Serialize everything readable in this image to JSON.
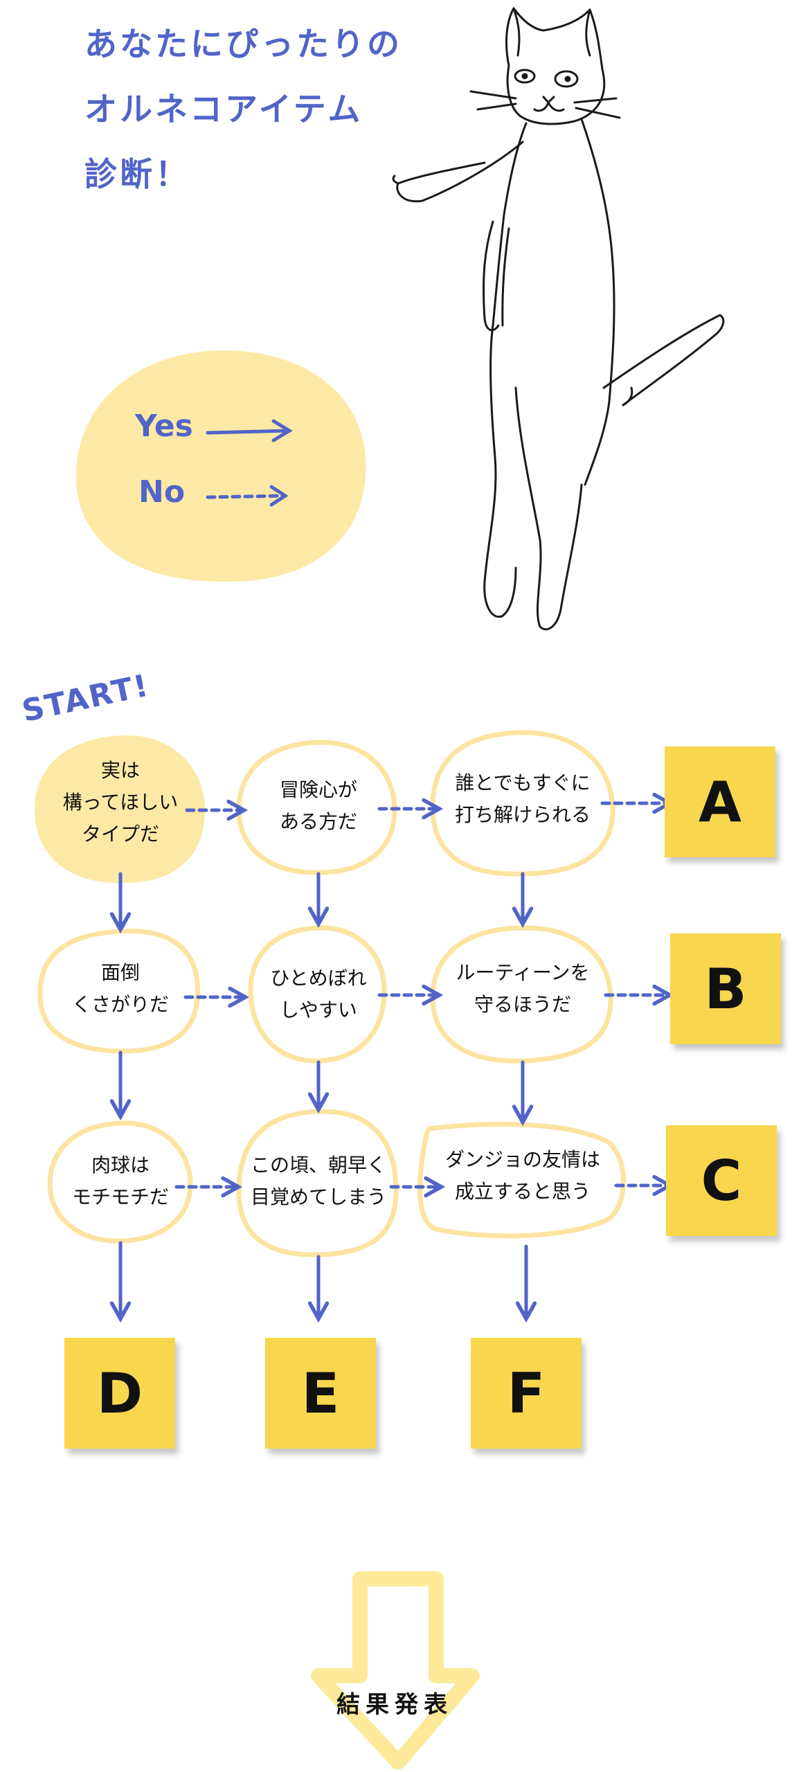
{
  "title": {
    "line1": "あなたにぴったりの",
    "line2": "オルネコアイテム",
    "line3": "診断！"
  },
  "legend": {
    "yes_label": "Yes",
    "no_label": "No"
  },
  "flow": {
    "start_label": "START!",
    "questions": {
      "q1": [
        "実は",
        "構ってほしい",
        "タイプだ"
      ],
      "q2": [
        "冒険心が",
        "ある方だ"
      ],
      "q3": [
        "誰とでもすぐに",
        "打ち解けられる"
      ],
      "q4": [
        "面倒",
        "くさがりだ"
      ],
      "q5": [
        "ひとめぼれ",
        "しやすい"
      ],
      "q6": [
        "ルーティーンを",
        "守るほうだ"
      ],
      "q7": [
        "肉球は",
        "モチモチだ"
      ],
      "q8": [
        "この頃、朝早く",
        "目覚めてしまう"
      ],
      "q9": [
        "ダンジョの友情は",
        "成立すると思う"
      ]
    },
    "results": {
      "a": "A",
      "b": "B",
      "c": "C",
      "d": "D",
      "e": "E",
      "f": "F"
    }
  },
  "result_button": "結果発表",
  "colors": {
    "accent_blue": "#5164c8",
    "blob_yellow": "#fde9a6",
    "note_yellow": "#f8d74f"
  },
  "icons": [
    "yes-solid-arrow-icon",
    "no-dashed-arrow-icon",
    "down-arrow-icon",
    "cat-illustration"
  ]
}
